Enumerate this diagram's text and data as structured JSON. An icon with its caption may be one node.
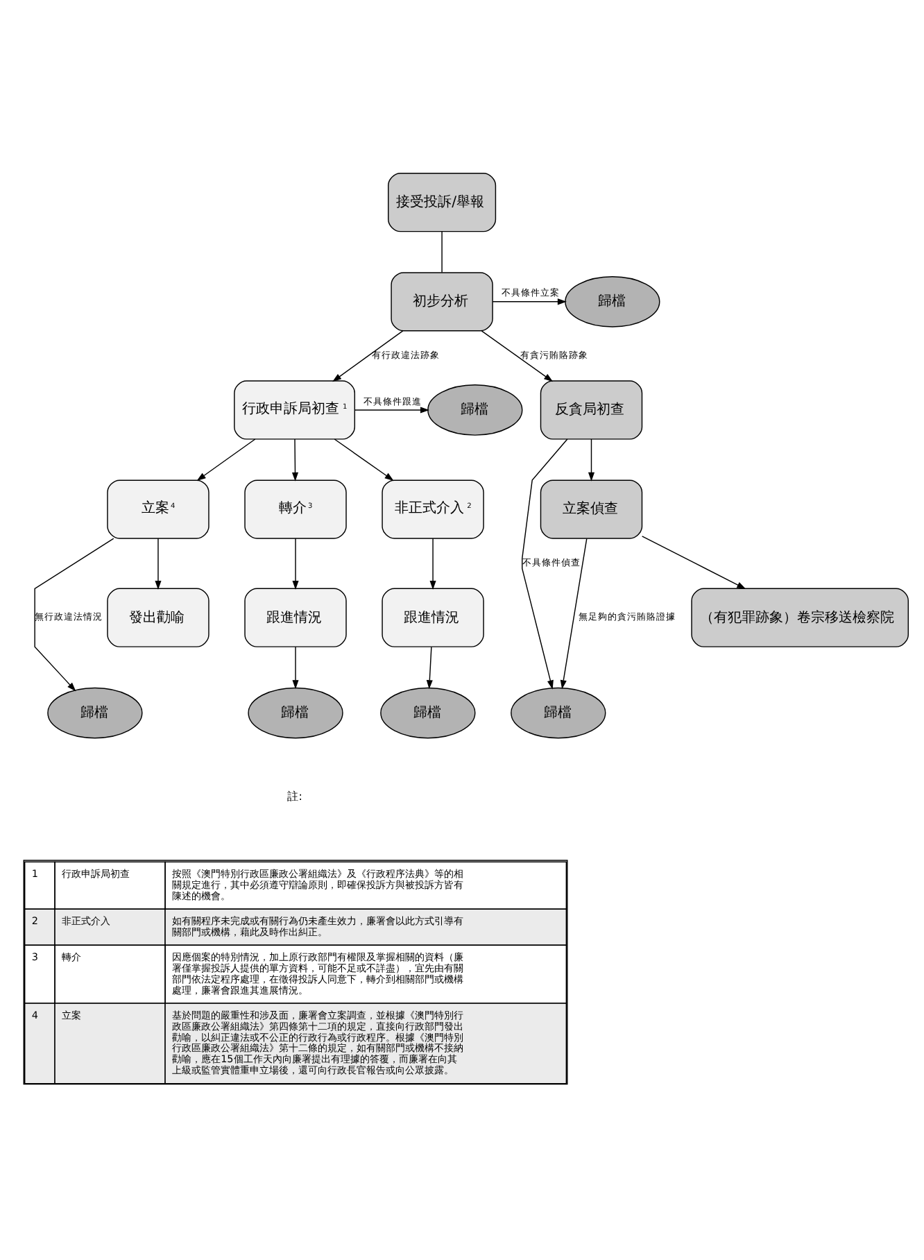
{
  "diagram": {
    "nodes": [
      {
        "text": [
          "接受投訴/舉報"
        ]
      },
      {
        "text": [
          "初步分析"
        ]
      },
      {
        "text": [
          "歸檔"
        ]
      },
      {
        "text": [
          "歸檔"
        ]
      },
      {
        "text": [
          "行政申訴局初查$^{1}$"
        ]
      },
      {
        "text": [
          "反貪局初查"
        ]
      },
      {
        "text": [
          "立案$^{4}$"
        ]
      },
      {
        "text": [
          "轉介$^{3}$"
        ]
      },
      {
        "text": [
          "非正式介入$^{2}$"
        ]
      },
      {
        "text": [
          "立案偵查"
        ]
      },
      {
        "text": [
          "發出勸喻"
        ]
      },
      {
        "text": [
          "跟進情況"
        ]
      },
      {
        "text": [
          "跟進情況"
        ]
      },
      {
        "text": [
          "（有犯罪跡象）卷宗移送檢察院"
        ]
      },
      {
        "text": [
          "歸檔"
        ]
      },
      {
        "text": [
          "歸檔"
        ]
      },
      {
        "text": [
          "歸檔"
        ]
      },
      {
        "text": [
          "歸檔"
        ]
      }
    ],
    "edges": [
      {
        "from": 0,
        "to": 1,
        "arrow": "none"
      },
      {
        "from": 1,
        "to": 2,
        "arrow": "to",
        "label": "不具條件立案"
      },
      {
        "from": 1,
        "to": 4,
        "arrow": "to",
        "label": "有行政違法跡象"
      },
      {
        "from": 1,
        "to": 5,
        "arrow": "to",
        "label": "有貪污賄賂跡象"
      },
      {
        "from": 4,
        "to": 3,
        "arrow": "to",
        "label": "不具條件跟進"
      },
      {
        "from": 4,
        "to": 6,
        "arrow": "to"
      },
      {
        "from": 4,
        "to": 7,
        "arrow": "to"
      },
      {
        "from": 4,
        "to": 8,
        "arrow": "to"
      },
      {
        "from": 5,
        "to": 9,
        "arrow": "to"
      },
      {
        "from": 5,
        "to": 17,
        "arrow": "to",
        "label": "不具條件偵查"
      },
      {
        "from": 6,
        "to": 10,
        "arrow": "to"
      },
      {
        "from": 6,
        "to": 14,
        "arrow": "to",
        "label": "無行政違法情況"
      },
      {
        "from": 7,
        "to": 11,
        "arrow": "to"
      },
      {
        "from": 8,
        "to": 12,
        "arrow": "to"
      },
      {
        "from": 9,
        "to": 13,
        "arrow": "to"
      },
      {
        "from": 9,
        "to": 17,
        "arrow": "to",
        "label": "無足夠的貪污賄賂證據"
      },
      {
        "from": 11,
        "to": 15,
        "arrow": "to"
      },
      {
        "from": 12,
        "to": 16,
        "arrow": "to"
      }
    ],
    "labels": [
      "註:",
      "1",
      "行政申訴局初查",
      "按照《澳門特別行政區廉政公署組織法》及《行政程序法典》等的相關規定進行，其中必須遵守辯論原則，即確保投訴方與被投訴方皆有陳述的機會。",
      "2",
      "非正式介入",
      "如有關程序未完成或有關行為仍未產生效力，廉署會以此方式引導有關部門或機構，藉此及時作出糾正。",
      "3",
      "轉介",
      "因應個案的特別情況，加上原行政部門有權限及掌握相關的資料（廉署僅掌握投訴人提供的單方資料，可能不足或不詳盡），宜先由有關部門依法定程序處理，在徵得投訴人同意下，轉介到相關部門或機構處理，廉署會跟進其進展情況。",
      "4",
      "立案",
      "基於問題的嚴重性和涉及面，廉署會立案調查，並根據《澳門特別行政區廉政公署組織法》第四條第十二項的規定，直接向行政部門發出勸喻，以糾正違法或不公正的行政行為或行政程序。根據《澳門特別行政區廉政公署組織法》第十二條的規定，如有關部門或機構不接納勸喻，應在15個工作天內向廉署提出有理據的答覆，而廉署在向其上級或監管實體重申立場後，還可向行政長官報告或向公眾披露。"
    ]
  }
}
